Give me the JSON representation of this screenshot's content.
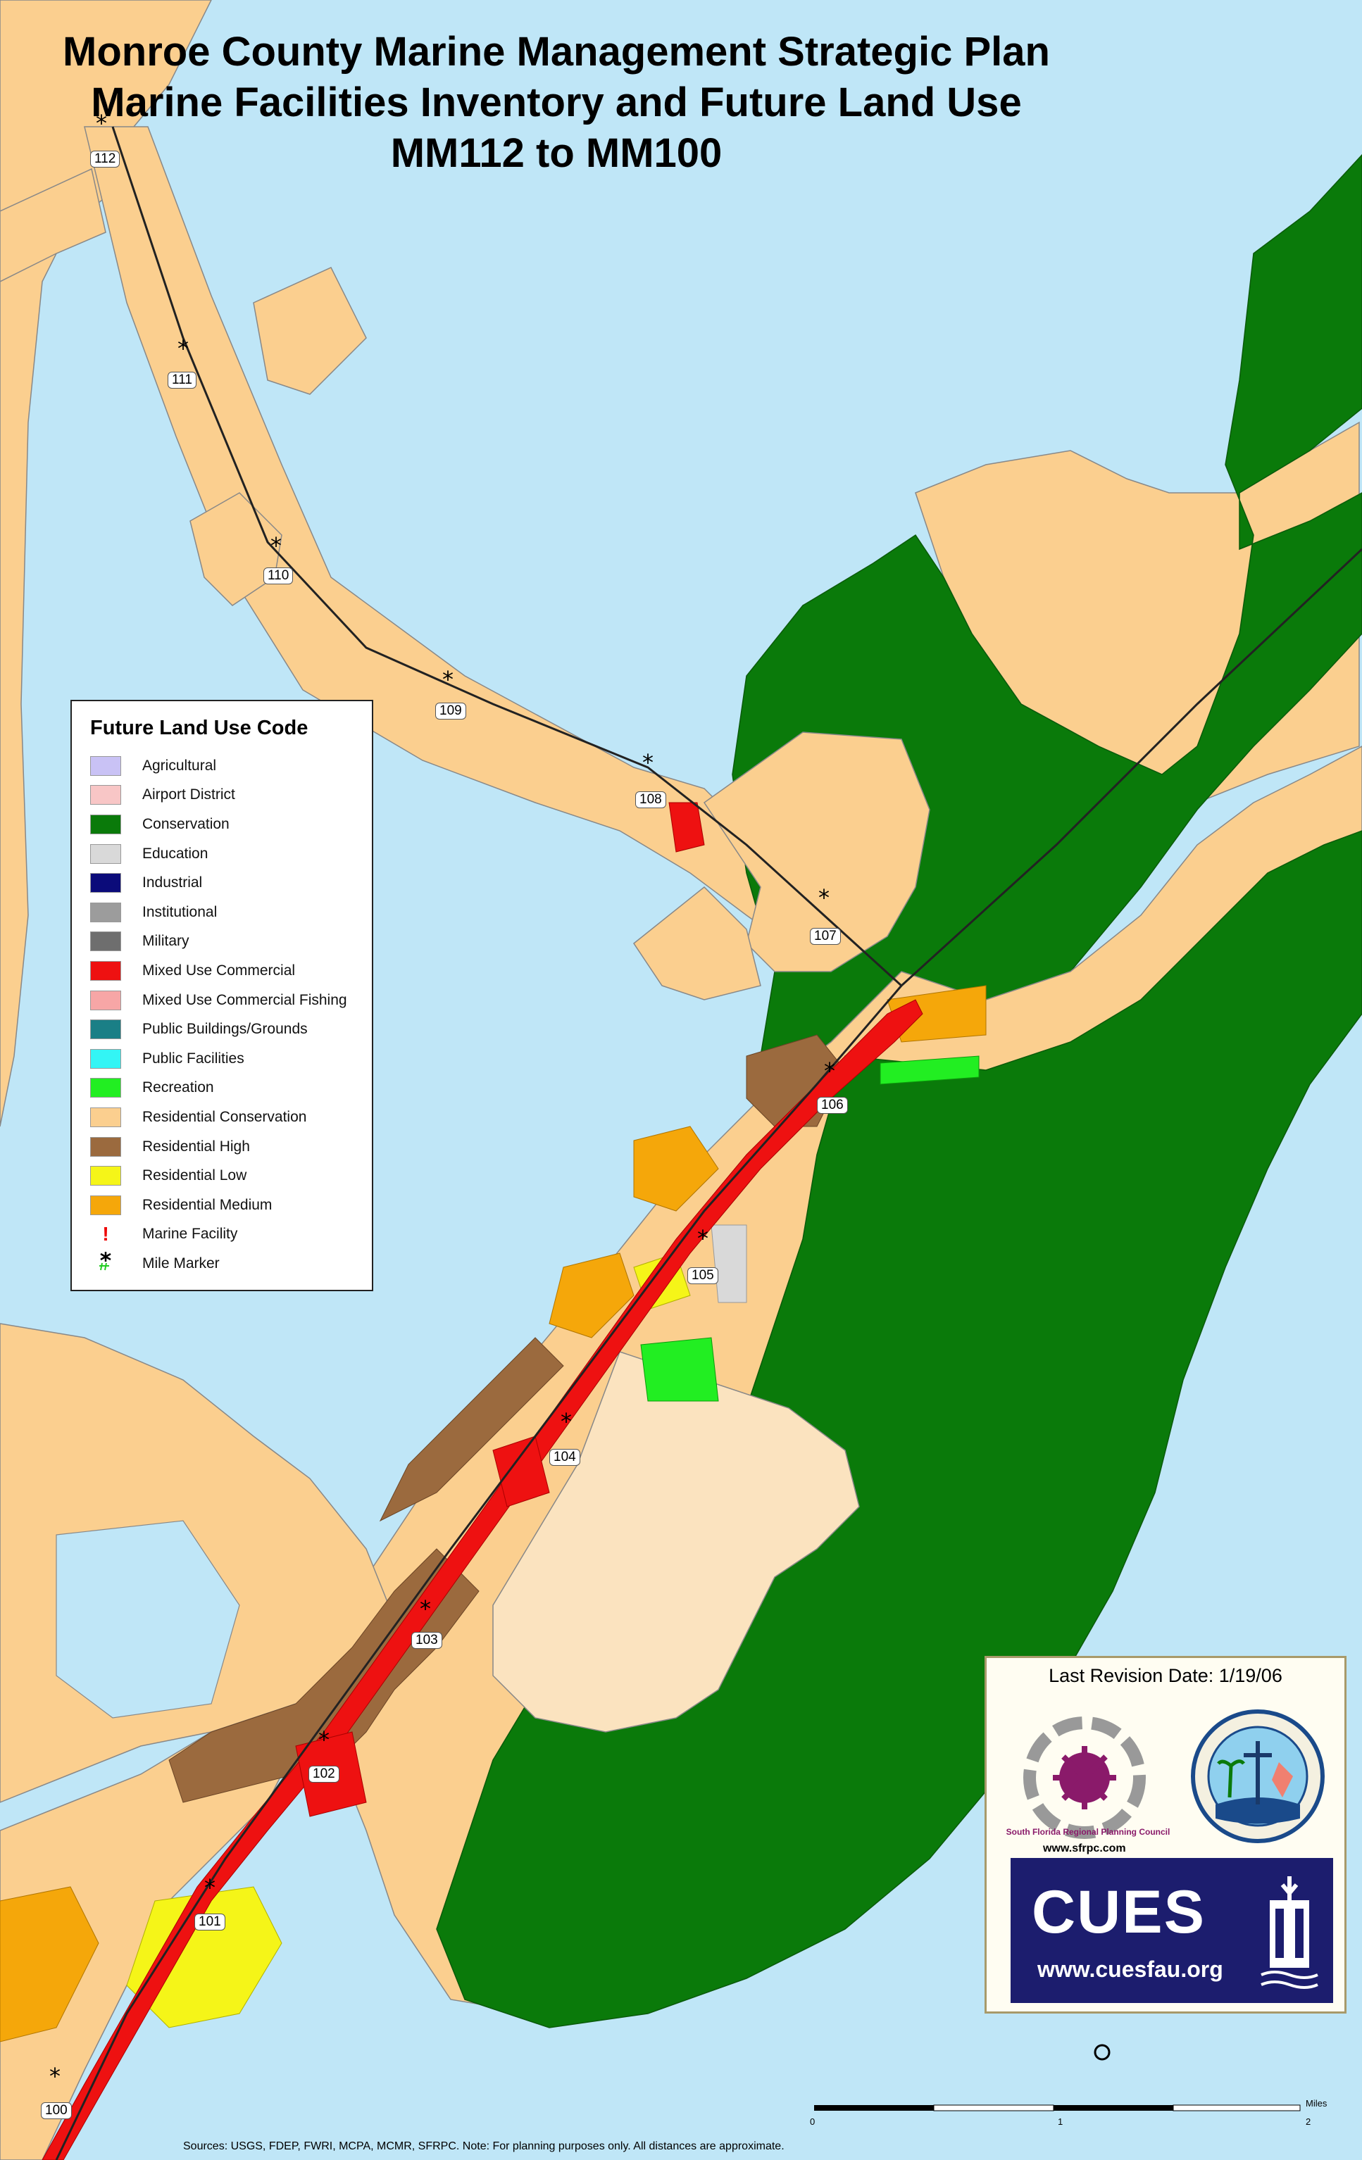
{
  "title": {
    "line1": "Monroe County Marine Management Strategic Plan",
    "line2": "Marine Facilities Inventory and Future Land Use",
    "line3": "MM112 to MM100"
  },
  "legend": {
    "title": "Future Land Use Code",
    "items": [
      {
        "label": "Agricultural",
        "color": "#c9c2f5"
      },
      {
        "label": "Airport District",
        "color": "#f8c6c6"
      },
      {
        "label": "Conservation",
        "color": "#0a7a0a"
      },
      {
        "label": "Education",
        "color": "#d9d9d9"
      },
      {
        "label": "Industrial",
        "color": "#0b0b7a"
      },
      {
        "label": "Institutional",
        "color": "#9c9c9c"
      },
      {
        "label": "Military",
        "color": "#6e6e6e"
      },
      {
        "label": "Mixed Use Commercial",
        "color": "#ee1111"
      },
      {
        "label": "Mixed Use Commercial Fishing",
        "color": "#f7a6a6"
      },
      {
        "label": "Public Buildings/Grounds",
        "color": "#1a7f86"
      },
      {
        "label": "Public Facilities",
        "color": "#33f5f5"
      },
      {
        "label": "Recreation",
        "color": "#22ee22"
      },
      {
        "label": "Residential Conservation",
        "color": "#fbcf8f"
      },
      {
        "label": "Residential High",
        "color": "#9b6a3e"
      },
      {
        "label": "Residential Low",
        "color": "#f5f518"
      },
      {
        "label": "Residential Medium",
        "color": "#f5a70a"
      }
    ],
    "marine_facility_label": "Marine Facility",
    "mile_marker_label": "Mile Marker"
  },
  "mile_markers": [
    "112",
    "111",
    "110",
    "109",
    "108",
    "107",
    "106",
    "105",
    "104",
    "103",
    "102",
    "101",
    "100"
  ],
  "info_box": {
    "revision": "Last Revision Date:  1/19/06",
    "sfrpc_name": "South Florida Regional Planning Council",
    "sfrpc_url": "www.sfrpc.com",
    "cues_name": "CUES",
    "cues_url": "www.cuesfau.org"
  },
  "scale": {
    "unit": "Miles",
    "ticks": [
      "0",
      "1",
      "2"
    ]
  },
  "sources": "Sources:  USGS, FDEP, FWRI, MCPA, MCMR, SFRPC.  Note:  For planning purposes only.  All distances are approximate.",
  "colors": {
    "water": "#bfe6f7",
    "residential_conservation": "#fbcf8f",
    "residential_conservation_light": "#fbe3bf",
    "conservation": "#0a7a0a",
    "commercial": "#ee1111",
    "residential_high": "#9b6a3e",
    "residential_medium": "#f5a70a",
    "residential_low": "#f5f518",
    "recreation": "#22ee22",
    "education": "#d9d9d9"
  }
}
